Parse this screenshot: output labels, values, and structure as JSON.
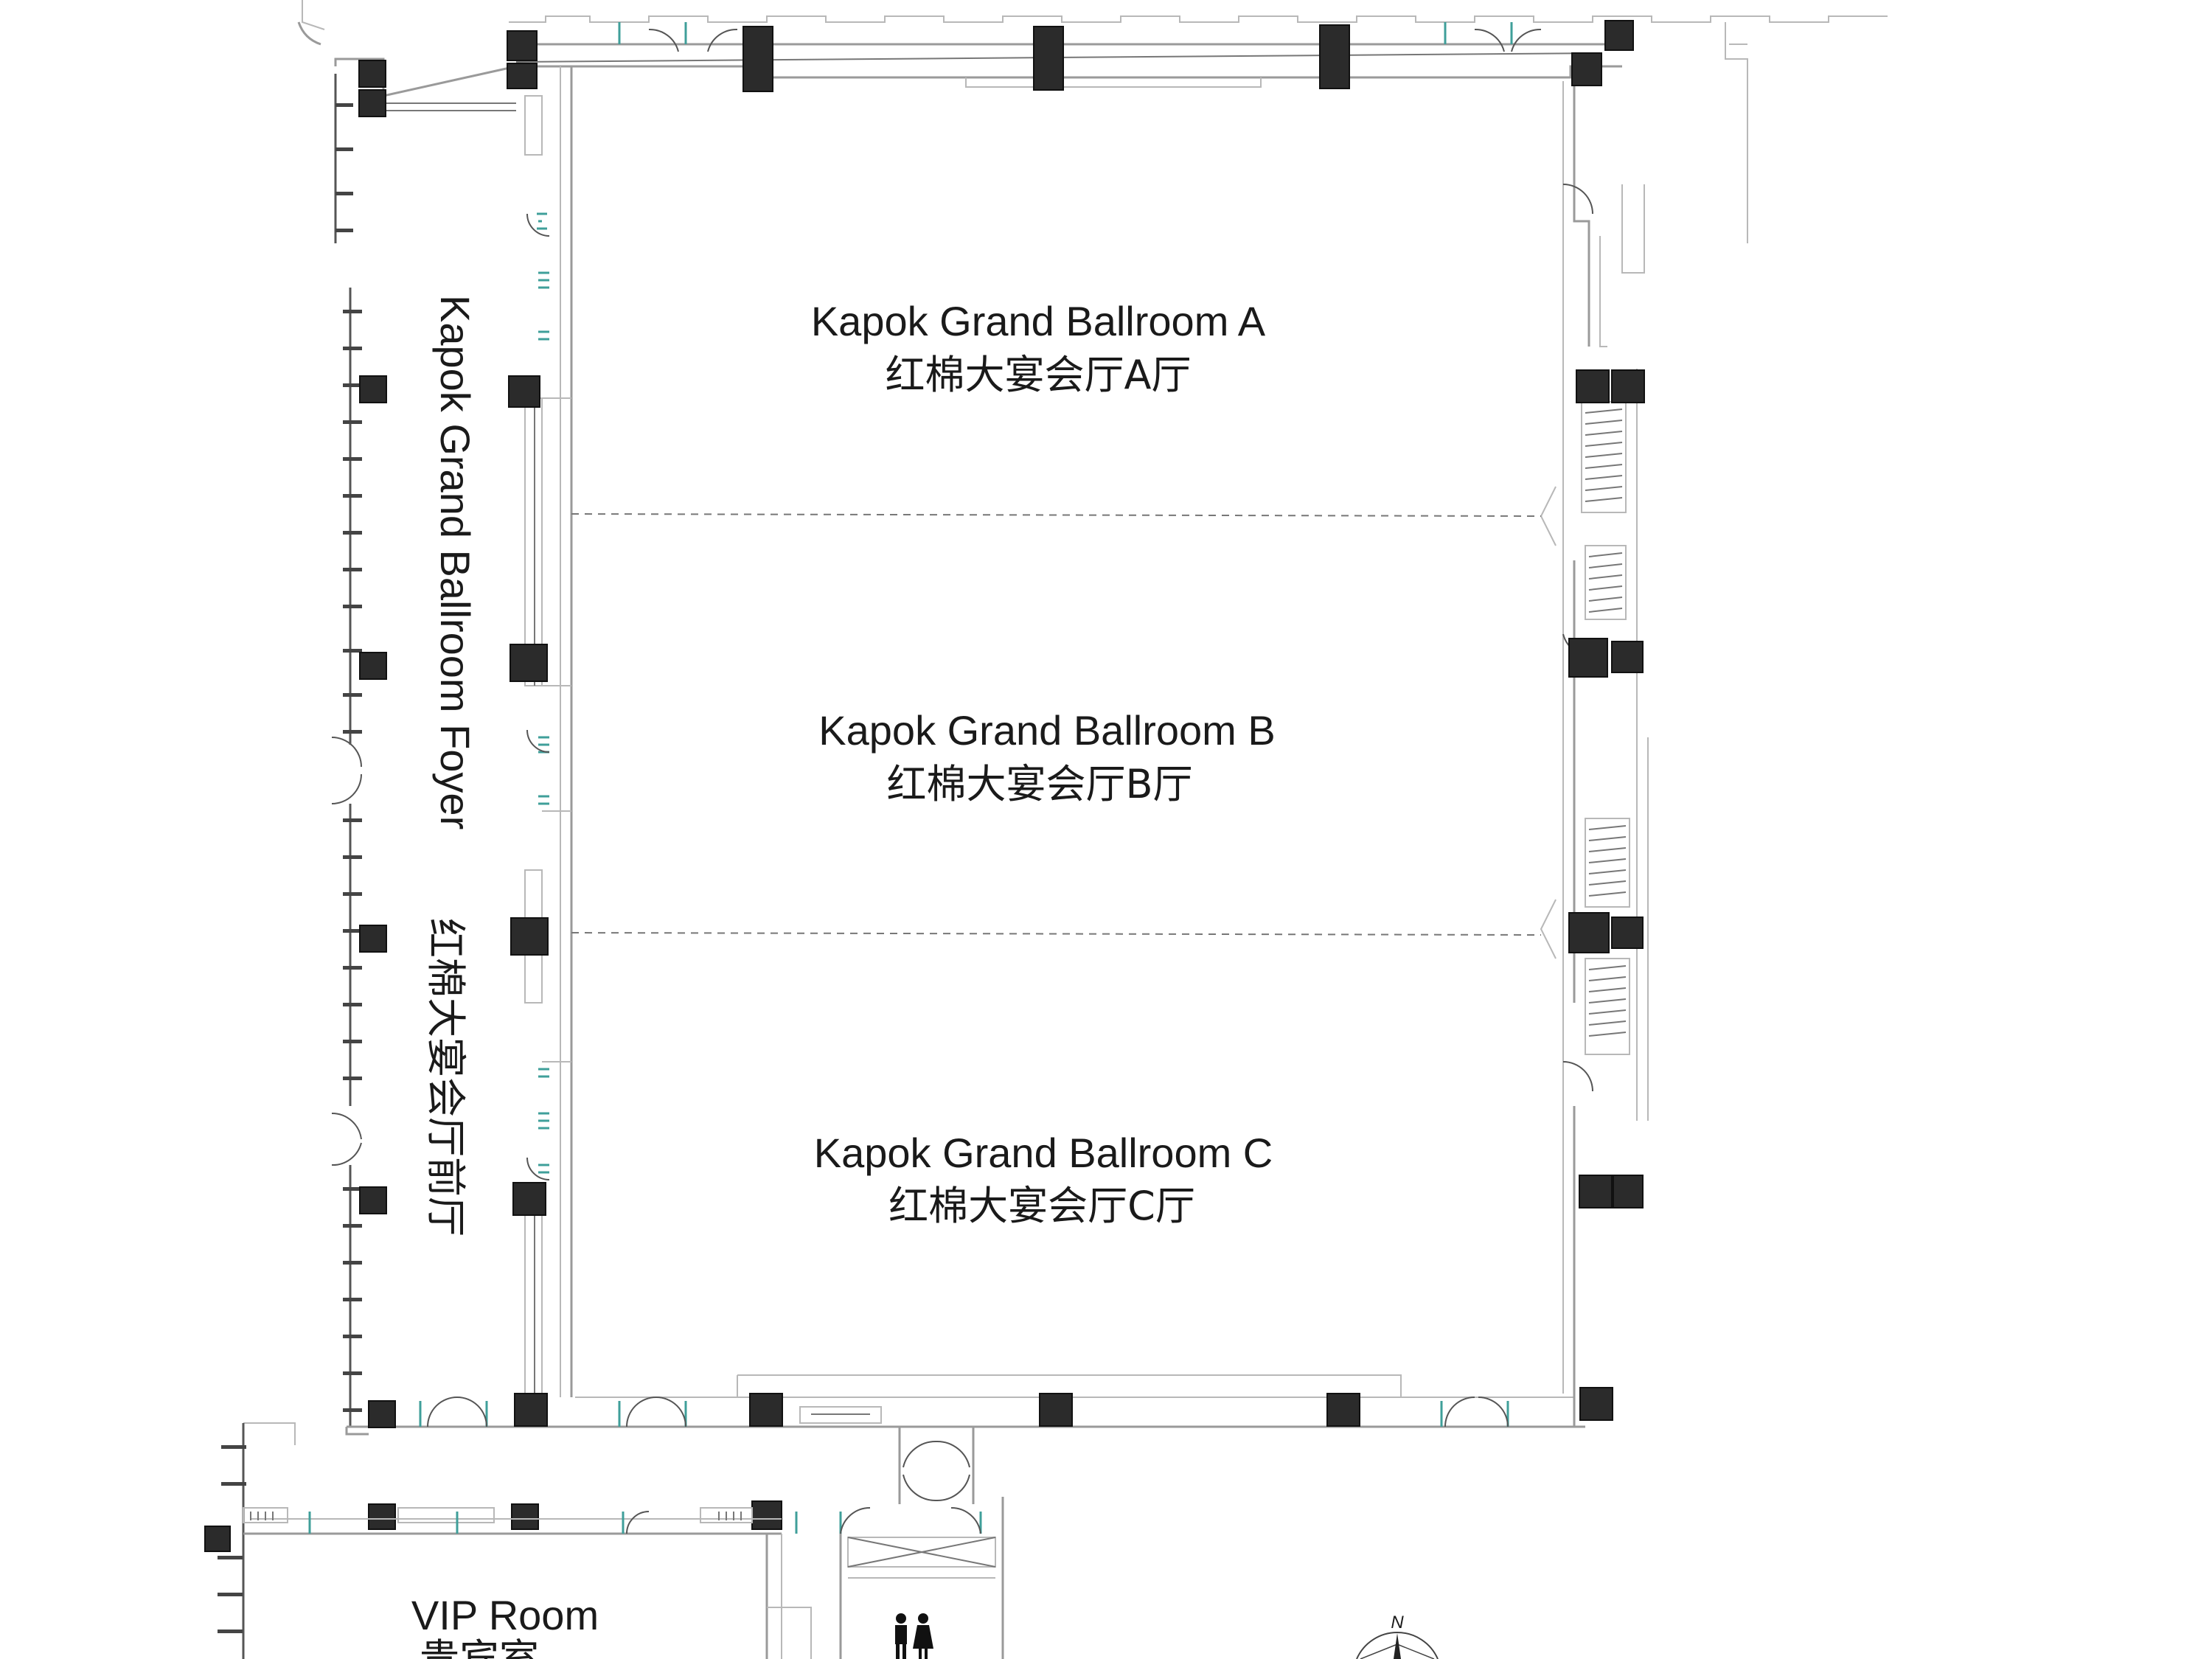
{
  "rooms": {
    "ballroom_a": {
      "en": "Kapok Grand Ballroom A",
      "zh": "红棉大宴会厅A厅"
    },
    "ballroom_b": {
      "en": "Kapok Grand Ballroom B",
      "zh": "红棉大宴会厅B厅"
    },
    "ballroom_c": {
      "en": "Kapok Grand Ballroom C",
      "zh": "红棉大宴会厅C厅"
    },
    "foyer": {
      "en": "Kapok Grand Ballroom Foyer",
      "zh": "红棉大宴会厅前厅"
    },
    "vip": {
      "en": "VIP Room",
      "zh": "贵宾室"
    }
  },
  "compass": {
    "label": "N"
  },
  "colors": {
    "column": "#2b2b2b",
    "wall": "#9a9a9a",
    "glass_door": "#3f9f9a"
  }
}
